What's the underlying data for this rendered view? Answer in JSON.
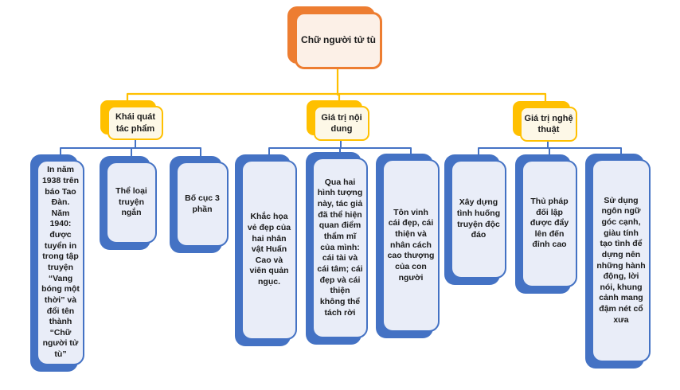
{
  "diagram": {
    "root": {
      "label": "Chữ người tử tù"
    },
    "branches": [
      {
        "label": "Khái quát tác phẩm",
        "children": [
          "In năm 1938 trên báo Tao Đàn. Năm 1940: được tuyển in trong tập truyện “Vang bóng một thời” và đổi tên thành “Chữ người tử tù”",
          "Thể loại truyện ngắn",
          "Bố cục 3 phần"
        ]
      },
      {
        "label": "Giá trị nội dung",
        "children": [
          "Khắc họa vẻ đẹp của hai nhân vật Huấn Cao và viên quản ngục.",
          "Qua hai hình tượng này, tác giả đã thể hiện quan điểm thẩm mĩ của mình: cái tài và cái tâm; cái đẹp và cái thiện không thể tách rời",
          "Tôn vinh cái đẹp, cái thiện và nhân cách cao thượng của con người"
        ]
      },
      {
        "label": "Giá trị nghệ thuật",
        "children": [
          "Xây dựng tình huống truyện độc đáo",
          "Thủ pháp đối lập được đẩy lên đến đỉnh cao",
          "Sử dụng ngôn ngữ góc cạnh, giàu tính tạo tình để dựng nên những hành động, lời nói, khung cảnh mang đậm nét cổ xưa"
        ]
      }
    ]
  },
  "colors": {
    "root_border": "#ED7D31",
    "root_fill": "#FCF0E7",
    "branch_border": "#FFC000",
    "branch_fill": "#FDF8E7",
    "leaf_border": "#4472C4",
    "leaf_fill": "#E9EDF8",
    "connector_gold": "#FFC000",
    "connector_blue": "#4472C4",
    "text": "#1A1A1A",
    "background": "#FFFFFF"
  }
}
